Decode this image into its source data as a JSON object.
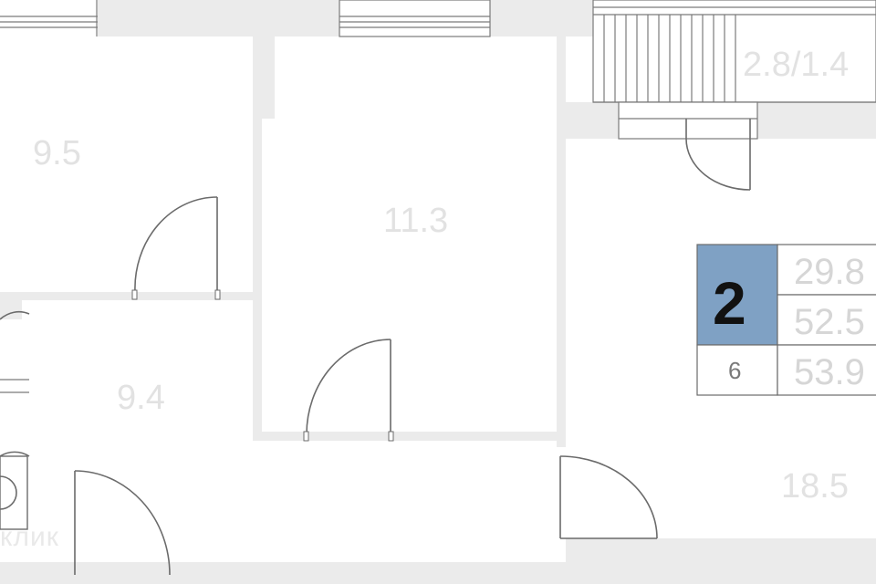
{
  "plan": {
    "rooms": [
      {
        "id": "room-left-top",
        "area": "9.5"
      },
      {
        "id": "room-middle",
        "area": "11.3"
      },
      {
        "id": "room-left-bottom",
        "area": "9.4"
      },
      {
        "id": "room-right",
        "area": "18.5"
      },
      {
        "id": "balcony",
        "area": "2.8/1.4"
      }
    ],
    "badge": {
      "rooms_count": "2",
      "floor": "6",
      "area_living": "29.8",
      "area_total": "52.5",
      "area_with_balcony": "53.9",
      "color": "#7fa1c4"
    },
    "watermark": "клик"
  }
}
